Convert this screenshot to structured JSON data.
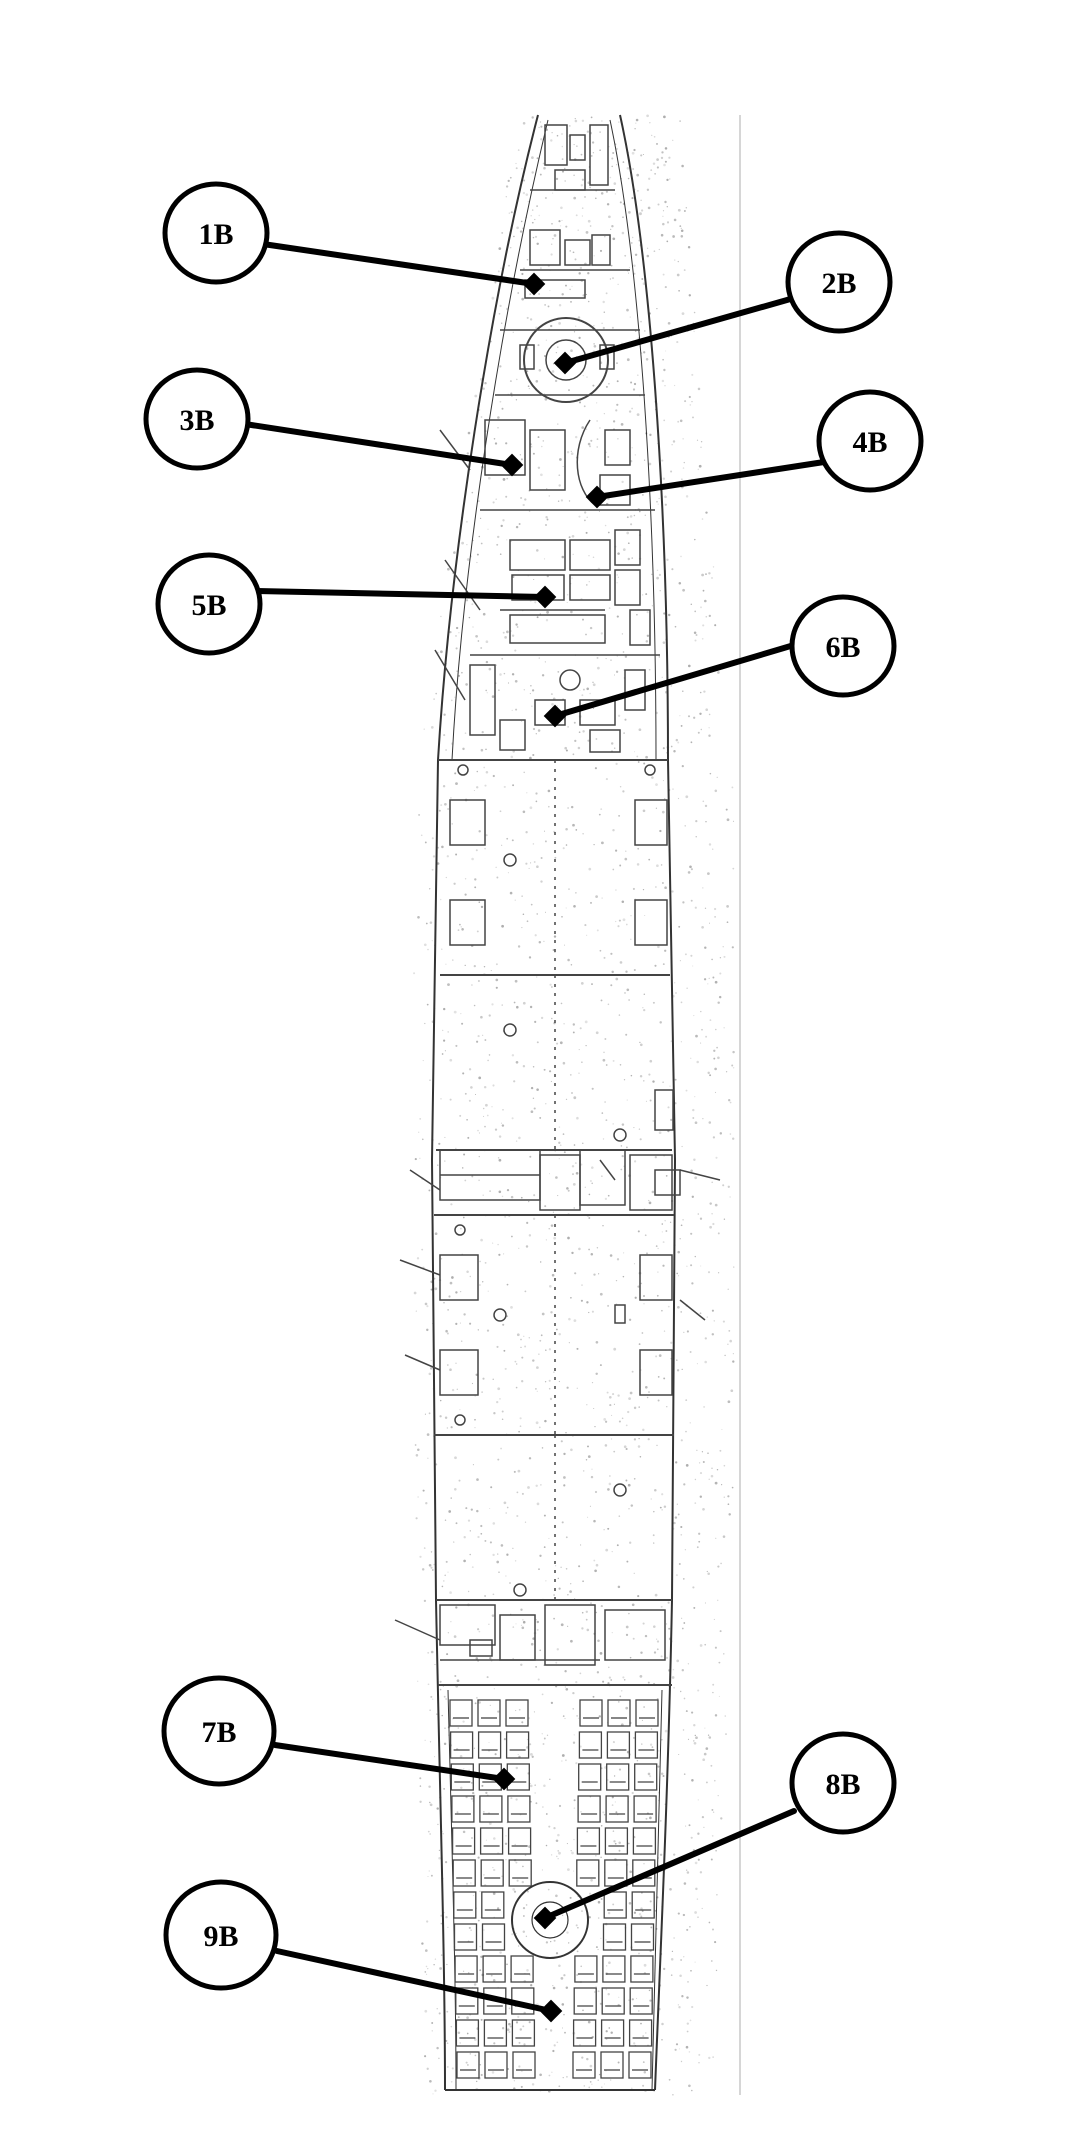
{
  "colors": {
    "background": "#ffffff",
    "callout": "#000000",
    "drawing_line": "#444444",
    "speckle": "#8a8a8a"
  },
  "callouts": [
    {
      "id": "1B",
      "label": "1B"
    },
    {
      "id": "2B",
      "label": "2B"
    },
    {
      "id": "3B",
      "label": "3B"
    },
    {
      "id": "4B",
      "label": "4B"
    },
    {
      "id": "5B",
      "label": "5B"
    },
    {
      "id": "6B",
      "label": "6B"
    },
    {
      "id": "7B",
      "label": "7B"
    },
    {
      "id": "8B",
      "label": "8B"
    },
    {
      "id": "9B",
      "label": "9B"
    }
  ]
}
